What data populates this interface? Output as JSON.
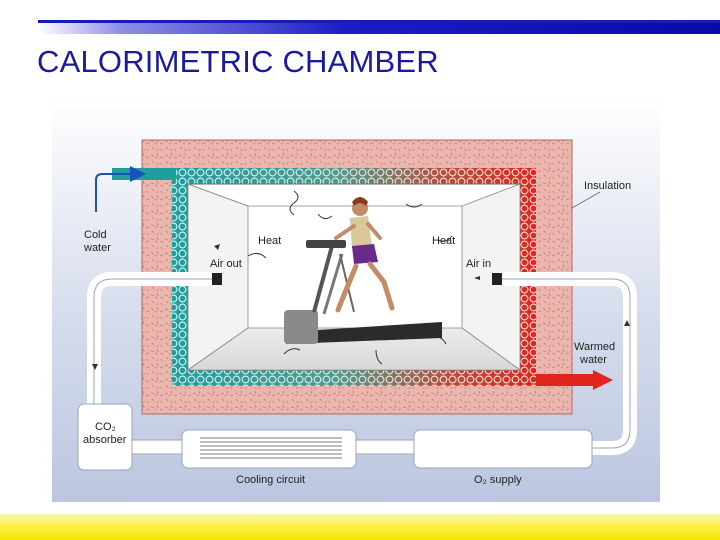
{
  "title": "CALORIMETRIC CHAMBER",
  "labels": {
    "insulation": "Insulation",
    "cold_water_line1": "Cold",
    "cold_water_line2": "water",
    "heat_left": "Heat",
    "heat_right": "Heat",
    "air_out": "Air out",
    "air_in": "Air in",
    "warmed_water_line1": "Warmed",
    "warmed_water_line2": "water",
    "co2_absorber_line1": "CO₂",
    "co2_absorber_line2": "absorber",
    "cooling_circuit": "Cooling circuit",
    "o2_supply": "O₂ supply"
  },
  "colors": {
    "title": "#1a1aa0",
    "insulation": "#e9b3aa",
    "cold_water": "#1f9e9e",
    "warmed_water": "#e0261c",
    "arrow_blue": "#1f4fb8",
    "background": "#c9d1e6"
  }
}
